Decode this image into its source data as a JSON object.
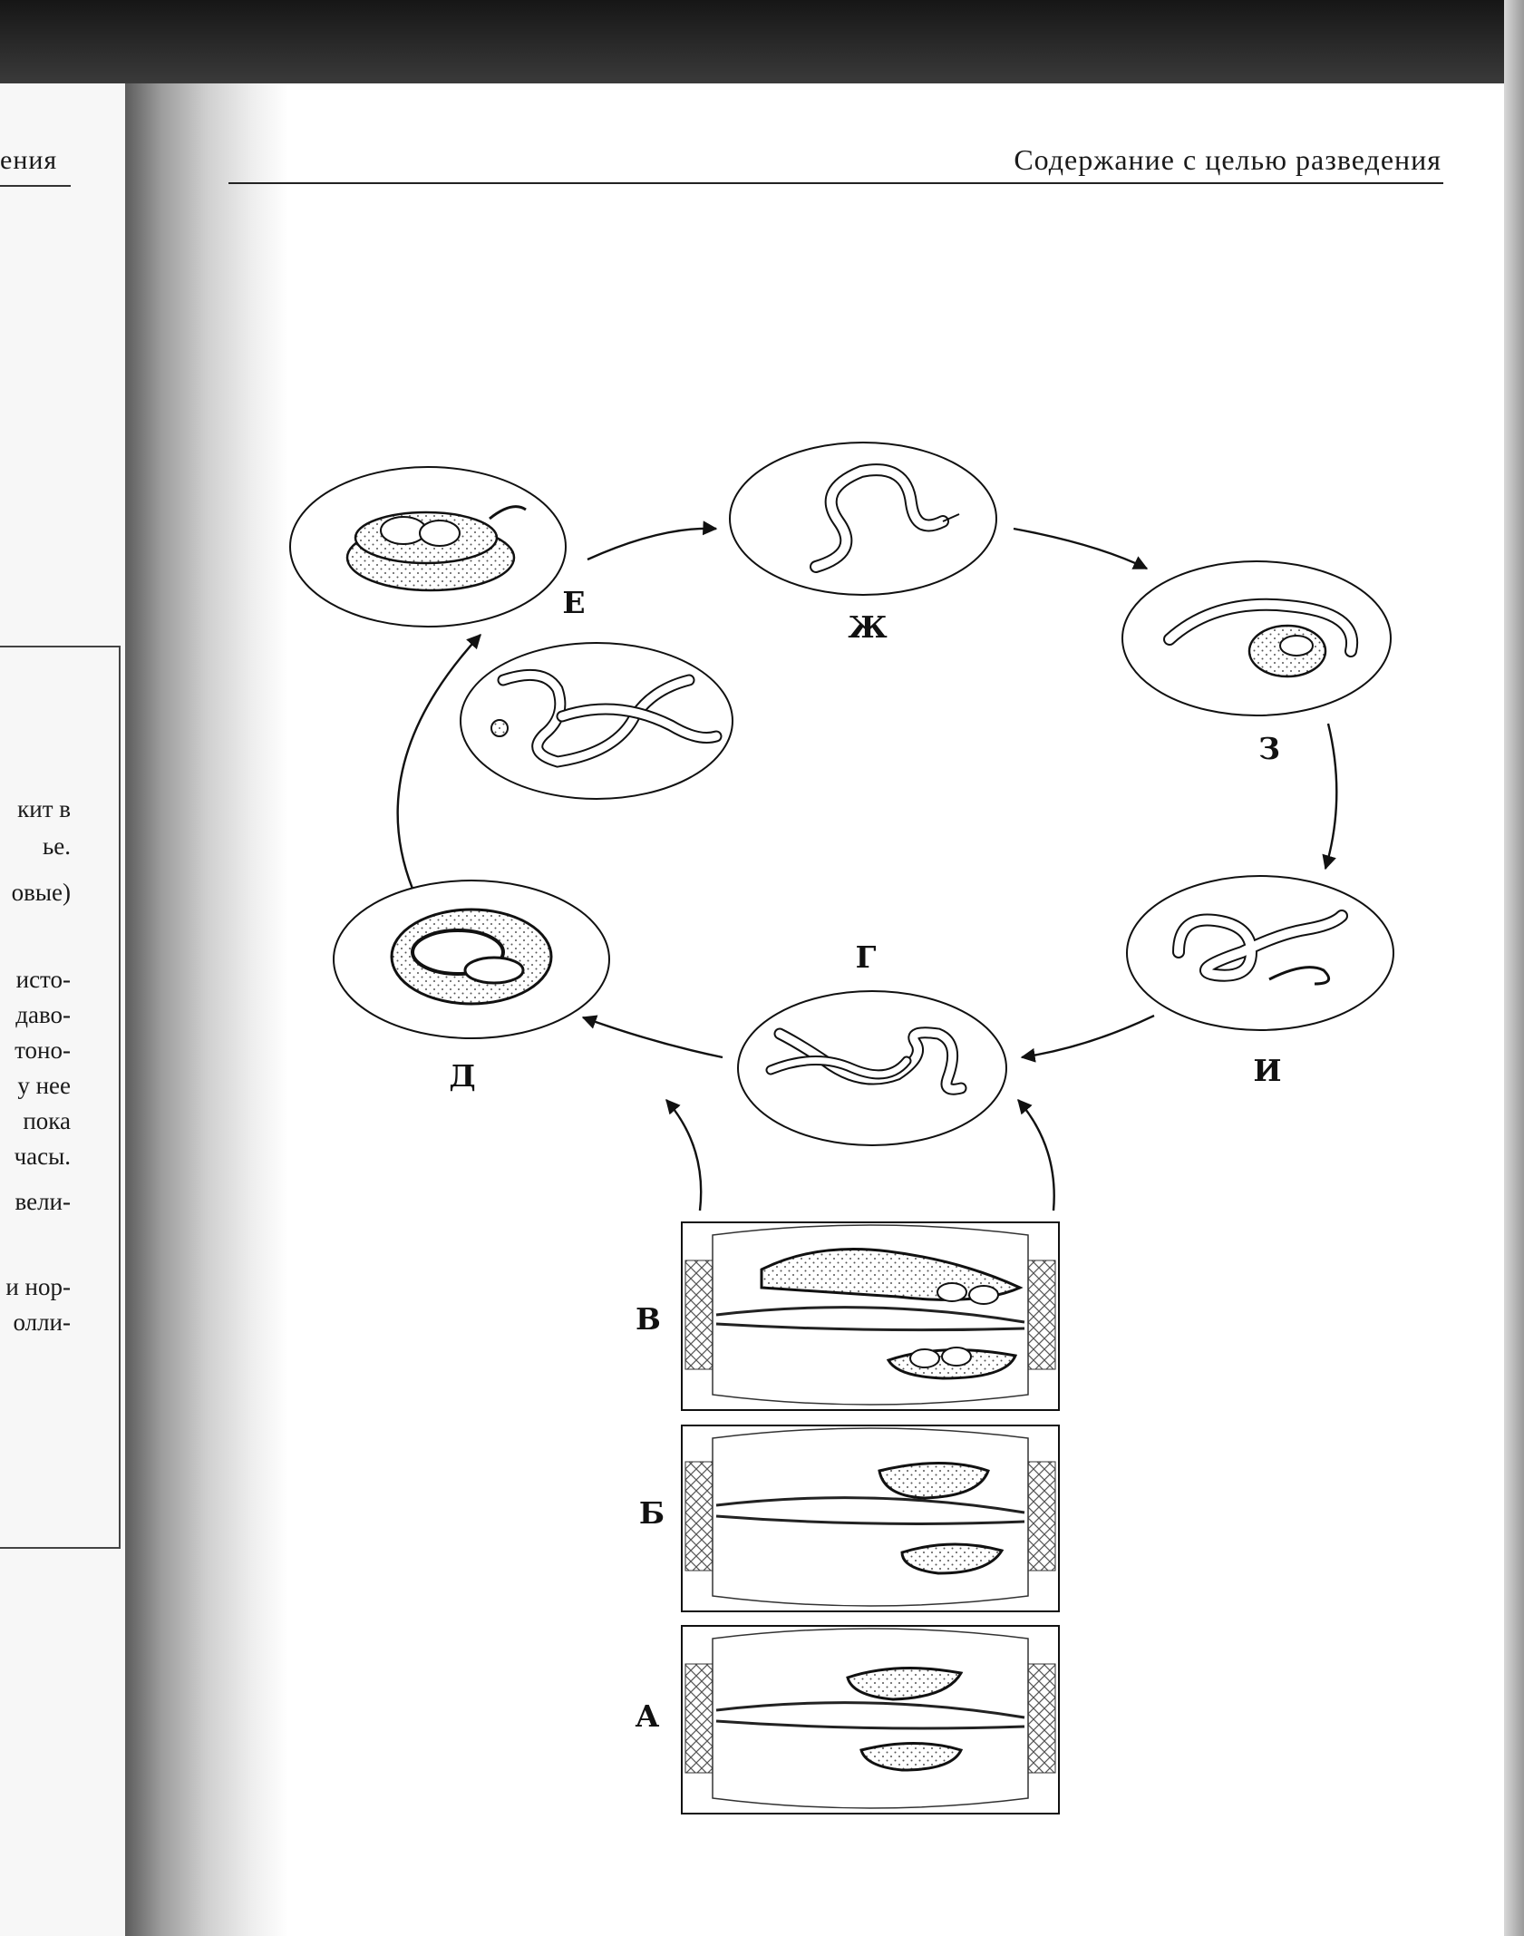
{
  "running_header": "Содержание с целью разведения",
  "left_page": {
    "header_fragment": "ения",
    "lines": [
      "кит в",
      "ье.",
      "овые)",
      "исто-",
      "даво-",
      "тоно-",
      "у нее",
      "пока",
      "часы.",
      "вели-",
      "и нор-",
      "олли-"
    ]
  },
  "figure": {
    "stage_labels": {
      "A": "А",
      "B": "Б",
      "V": "В",
      "G": "Г",
      "D": "Д",
      "E": "Е",
      "ZH": "Ж",
      "Z": "З",
      "I": "И"
    }
  }
}
